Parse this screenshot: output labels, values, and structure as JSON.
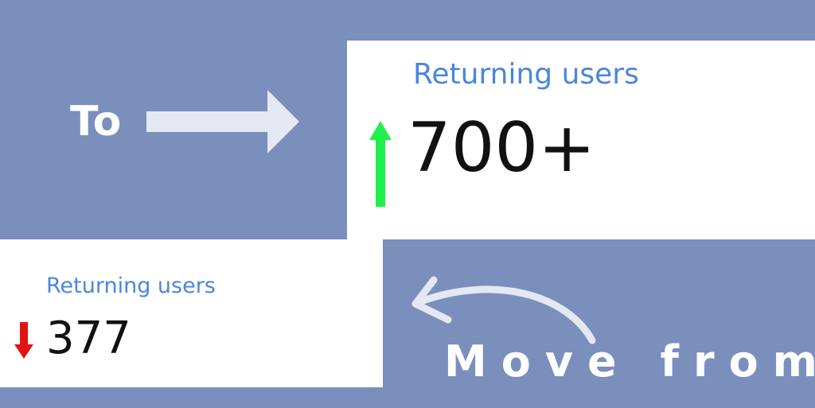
{
  "captions": {
    "to": "To",
    "move_from": "Move from"
  },
  "after_card": {
    "label": "Returning users",
    "value": "700+",
    "trend": "up-arrow-icon",
    "trend_color": "#1ff04a"
  },
  "before_card": {
    "label": "Returning users",
    "value": "377",
    "trend": "down-arrow-icon",
    "trend_color": "#e11414"
  },
  "colors": {
    "background": "#7a8fbb",
    "card": "#ffffff",
    "label": "#4a86e0",
    "value": "#111111",
    "arrow": "#e4e8f2"
  }
}
